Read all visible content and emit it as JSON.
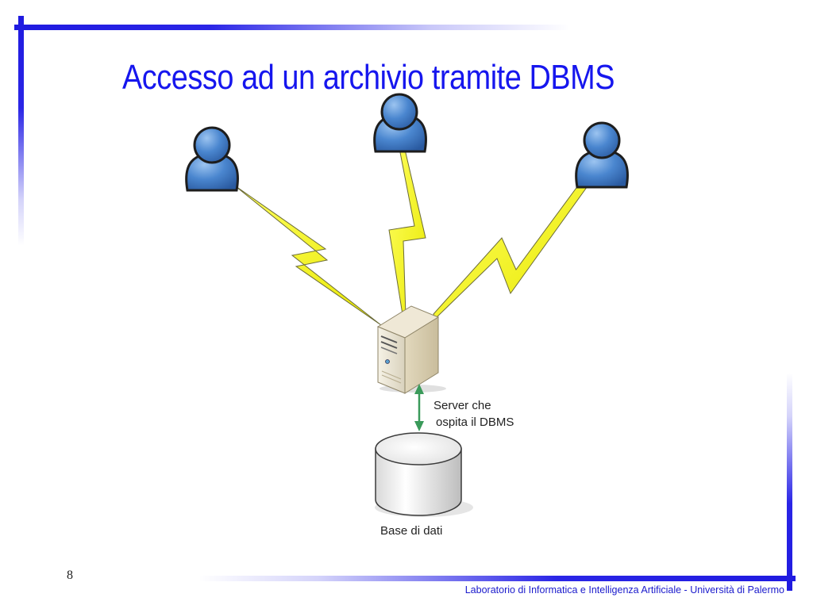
{
  "slide": {
    "title": "Accesso ad un archivio tramite DBMS",
    "page_number": "8",
    "footer": "Laboratorio di Informatica e Intelligenza Artificiale - Università di Palermo"
  },
  "diagram": {
    "server_label_line1": "Server che",
    "server_label_line2": "ospita il DBMS",
    "database_label": "Base di dati"
  },
  "colors": {
    "frame": "#2a25e6",
    "title": "#1616ee",
    "user": "#4a86cf",
    "lightning": "#f4f425",
    "arrow": "#3a9a5a"
  }
}
